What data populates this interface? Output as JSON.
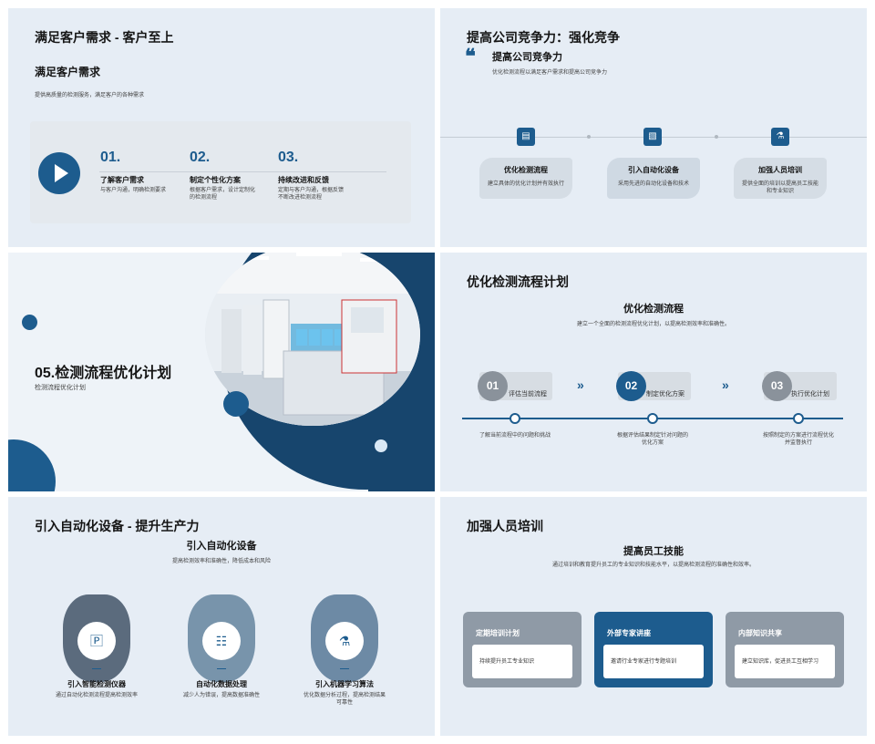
{
  "slide1": {
    "title": "满足客户需求 - 客户至上",
    "subtitle": "满足客户需求",
    "desc": "提供高质量的检测服务，满足客户的各种需求",
    "steps": [
      {
        "num": "01.",
        "head": "了解客户需求",
        "desc": "与客户沟通，明确检测要求"
      },
      {
        "num": "02.",
        "head": "制定个性化方案",
        "desc": "根据客户需求，设计定制化的检测流程"
      },
      {
        "num": "03.",
        "head": "持续改进和反馈",
        "desc": "定期与客户沟通，根据反馈不断改进检测流程"
      }
    ]
  },
  "slide2": {
    "title": "提高公司竞争力：强化竞争",
    "quote_mark": "❝",
    "subtitle": "提高公司竞争力",
    "desc": "优化检测流程以满足客户需求和提高公司竞争力",
    "cards": [
      {
        "icon": "document-icon",
        "glyph": "▤",
        "head": "优化检测流程",
        "desc": "建立具体的优化计划并有效执行"
      },
      {
        "icon": "image-icon",
        "glyph": "▧",
        "head": "引入自动化设备",
        "desc": "采用先进的自动化设备和技术"
      },
      {
        "icon": "flask-icon",
        "glyph": "⚗",
        "head": "加强人员培训",
        "desc": "提供全面的培训以提高员工技能和专业知识"
      }
    ]
  },
  "slide3": {
    "heading": "05.检测流程优化计划",
    "desc": "检测流程优化计划"
  },
  "slide4": {
    "title": "优化检测流程计划",
    "subtitle": "优化检测流程",
    "desc": "建立一个全面的检测流程优化计划，以提高检测效率和准确性。",
    "arrow": "»",
    "steps": [
      {
        "num": "01",
        "label": "评估当前流程",
        "desc": "了解当前流程中的问题和挑战"
      },
      {
        "num": "02",
        "label": "制定优化方案",
        "desc": "根据评估结果制定针对问题的优化方案"
      },
      {
        "num": "03",
        "label": "执行优化计划",
        "desc": "按照制定的方案进行流程优化并监督执行"
      }
    ]
  },
  "slide5": {
    "title": "引入自动化设备 - 提升生产力",
    "subtitle": "引入自动化设备",
    "desc": "提高检测效率和准确性，降低成本和风险",
    "items": [
      {
        "icon": "document-icon",
        "glyph": "🄿",
        "head": "引入智能检测仪器",
        "desc": "通过自动化检测流程提高检测效率"
      },
      {
        "icon": "network-icon",
        "glyph": "☷",
        "head": "自动化数据处理",
        "desc": "减少人为错误，提高数据准确性"
      },
      {
        "icon": "flask-icon",
        "glyph": "⚗",
        "head": "引入机器学习算法",
        "desc": "优化数据分析过程，提高检测结果可靠性"
      }
    ]
  },
  "slide6": {
    "title": "加强人员培训",
    "subtitle": "提高员工技能",
    "desc": "通过培训和教育提升员工的专业知识和技能水平，以提高检测流程的准确性和效率。",
    "cols": [
      {
        "head": "定期培训计划",
        "desc": "持续提升员工专业知识"
      },
      {
        "head": "外部专家讲座",
        "desc": "邀请行业专家进行专题培训"
      },
      {
        "head": "内部知识共享",
        "desc": "建立知识库，促进员工互相学习"
      }
    ]
  }
}
